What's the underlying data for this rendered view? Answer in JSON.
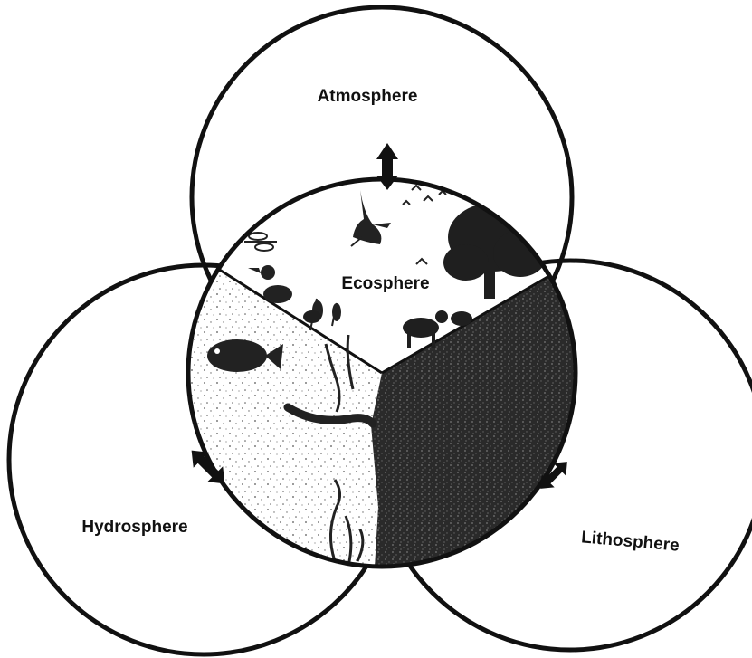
{
  "diagram": {
    "labels": {
      "atmosphere": "Atmosphere",
      "hydrosphere": "Hydrosphere",
      "lithosphere": "Lithosphere",
      "ecosphere": "Ecosphere"
    },
    "colors": {
      "line": "#111111",
      "background": "#ffffff",
      "land": "#2b2b2b",
      "water_speckle": "#555555"
    },
    "icons": [
      "double-arrow-icon",
      "fish-icon",
      "bird-icon",
      "tree-icon",
      "dragonfly-icon",
      "deer-icon",
      "aquatic-plant-icon",
      "salamander-icon"
    ]
  }
}
